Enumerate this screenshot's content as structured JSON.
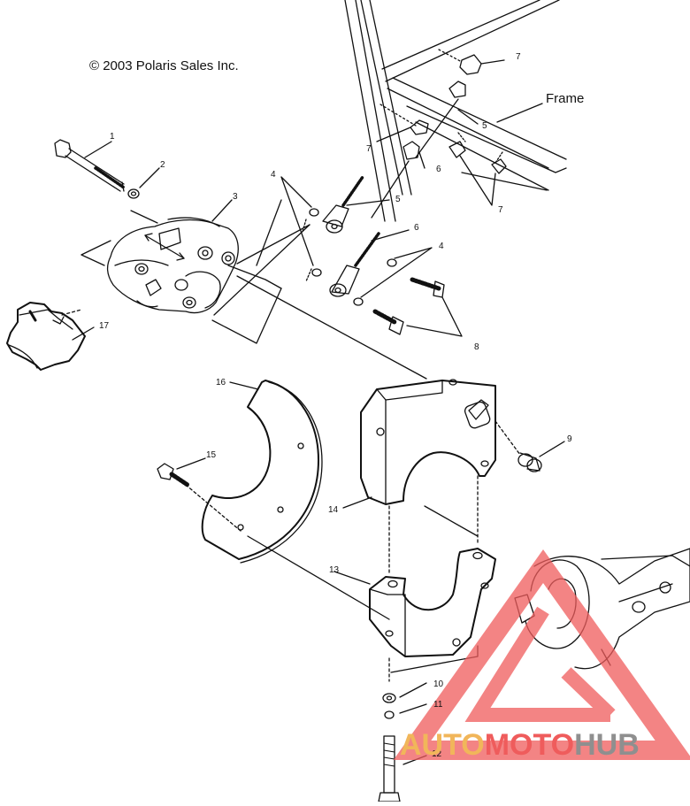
{
  "copyright": "© 2003 Polaris Sales Inc.",
  "frame_label": "Frame",
  "callouts": [
    "1",
    "2",
    "3",
    "4",
    "5",
    "6",
    "7",
    "8",
    "9",
    "10",
    "11",
    "12",
    "13",
    "14",
    "15",
    "16",
    "17"
  ],
  "watermark": {
    "part1": "AUTO",
    "part2": "MOTO",
    "part3": "HUB"
  },
  "colors": {
    "line": "#111111",
    "watermark_red": "#ef5c5c",
    "watermark_orange": "#f1b65a",
    "watermark_gray": "#8f8f8f"
  }
}
